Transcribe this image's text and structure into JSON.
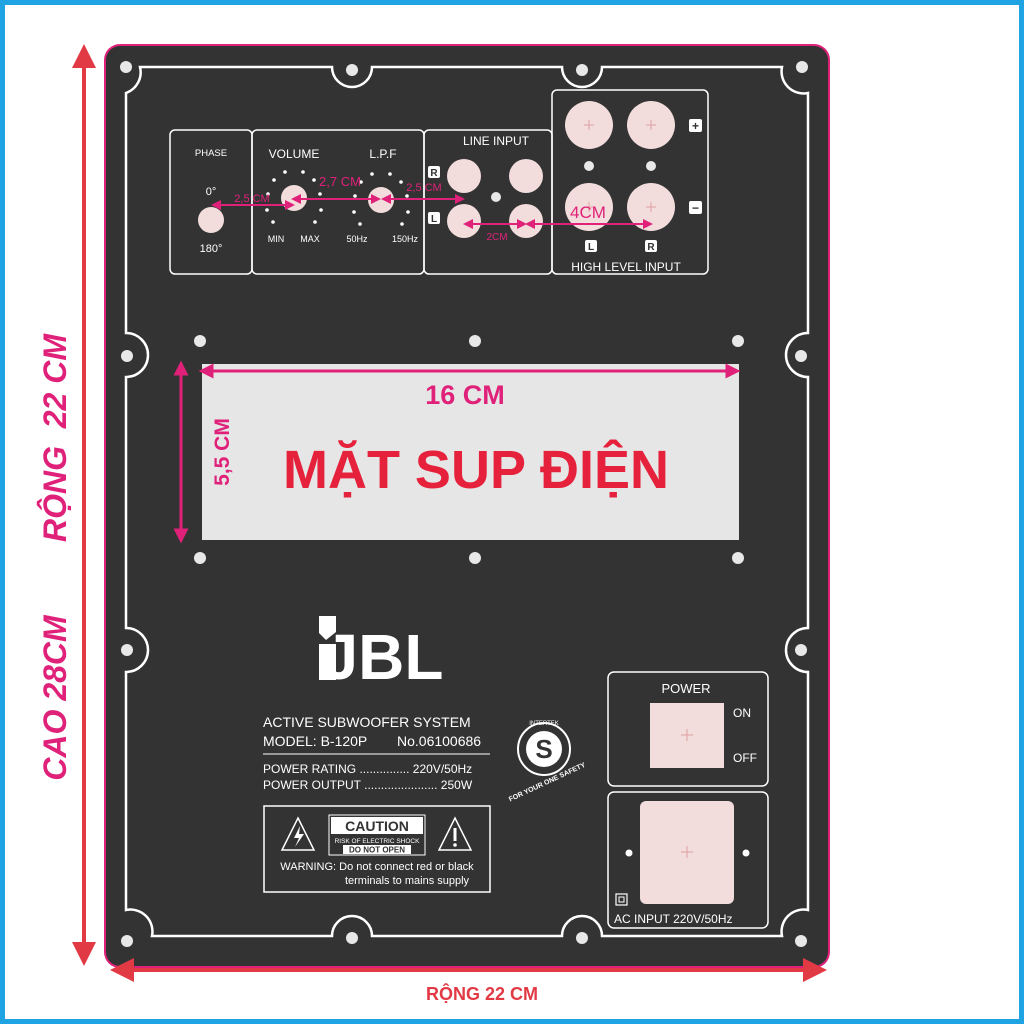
{
  "colors": {
    "border": "#1fa3e3",
    "plate": "#333333",
    "accent_pink": "#e0217a",
    "arrow_red": "#e23a45",
    "text_red": "#e5213c",
    "window": "#e6e6e6",
    "jack": "#f2dcdc"
  },
  "dimensions": {
    "height_label": "CAO 28CM",
    "width_label_vertical": "RỘNG  22 CM",
    "width_label_bottom": "RỘNG 22 CM",
    "window_width": "16 CM",
    "window_height": "5,5 CM",
    "knob_spacing_phase_volume": "2,5 CM",
    "knob_spacing_volume_lpf": "2,7 CM",
    "knob_spacing_lpf_line": "2,5 CM",
    "line_jack_spacing": "2CM",
    "high_level_spacing": "4CM"
  },
  "controls": {
    "phase": {
      "label": "PHASE",
      "top": "0°",
      "bottom": "180°"
    },
    "volume": {
      "label": "VOLUME",
      "min": "MIN",
      "max": "MAX"
    },
    "lpf": {
      "label": "L.P.F",
      "min": "50Hz",
      "max": "150Hz"
    },
    "line_input": {
      "label": "LINE INPUT",
      "r": "R",
      "l": "L"
    },
    "high_level": {
      "label": "HIGH LEVEL INPUT",
      "plus": "+",
      "minus": "−",
      "l": "L",
      "r": "R"
    }
  },
  "window_text": "MẶT SUP ĐIỆN",
  "brand": "JBL",
  "info": {
    "system": "ACTIVE SUBWOOFER SYSTEM",
    "model": "MODEL: B-120P",
    "serial": "No.06100686",
    "rating": "POWER RATING ............... 220V/50Hz",
    "output": "POWER OUTPUT ...................... 250W"
  },
  "caution": {
    "title": "CAUTION",
    "risk": "RISK OF ELECTRIC SHOCK",
    "do_not_open": "DO NOT OPEN",
    "warning_line1": "WARNING: Do not connect red or black",
    "warning_line2": "terminals to mains supply"
  },
  "safety_mark": {
    "top": "INTERTEK",
    "bottom": "FOR YOUR ONE SAFETY",
    "letter": "S"
  },
  "power": {
    "label": "POWER",
    "on": "ON",
    "off": "OFF"
  },
  "ac_input": "AC INPUT  220V/50Hz"
}
